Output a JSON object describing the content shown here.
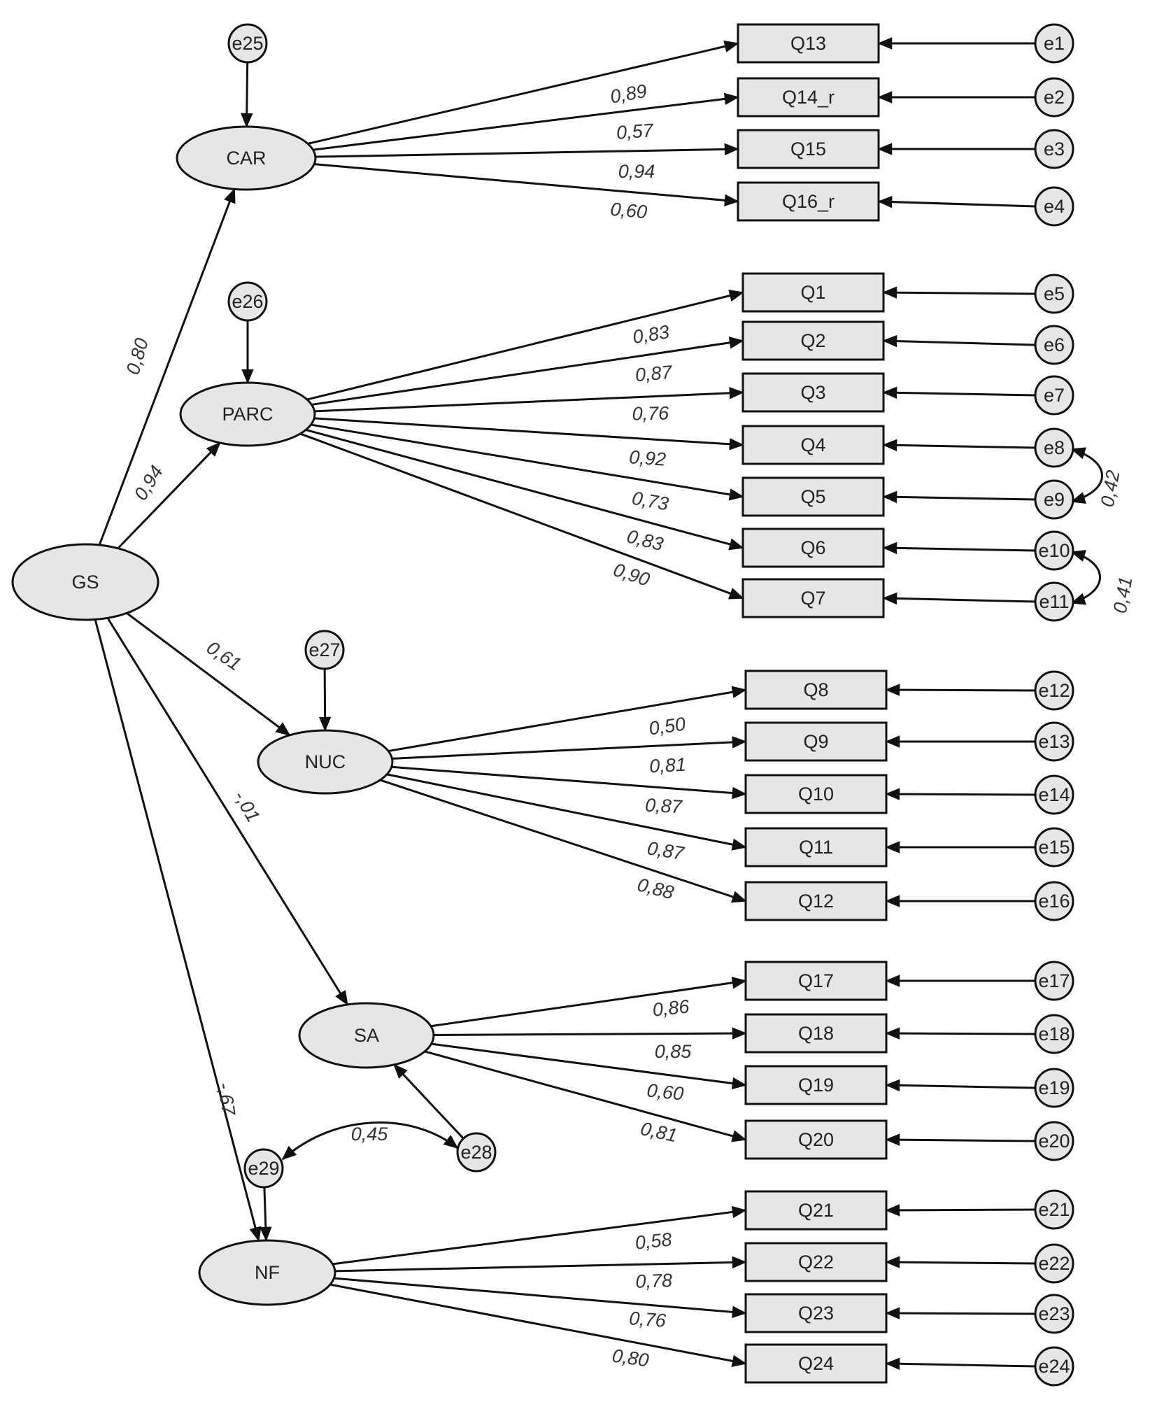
{
  "colors": {
    "node_fill": "#e6e6e6",
    "line": "#111111",
    "text": "#222222"
  },
  "latents": {
    "GS": "GS",
    "CAR": "CAR",
    "PARC": "PARC",
    "NUC": "NUC",
    "SA": "SA",
    "NF": "NF"
  },
  "items": {
    "Q1": "Q1",
    "Q2": "Q2",
    "Q3": "Q3",
    "Q4": "Q4",
    "Q5": "Q5",
    "Q6": "Q6",
    "Q7": "Q7",
    "Q8": "Q8",
    "Q9": "Q9",
    "Q10": "Q10",
    "Q11": "Q11",
    "Q12": "Q12",
    "Q13": "Q13",
    "Q14_r": "Q14_r",
    "Q15": "Q15",
    "Q16_r": "Q16_r",
    "Q17": "Q17",
    "Q18": "Q18",
    "Q19": "Q19",
    "Q20": "Q20",
    "Q21": "Q21",
    "Q22": "Q22",
    "Q23": "Q23",
    "Q24": "Q24"
  },
  "errors": {
    "e1": "e1",
    "e2": "e2",
    "e3": "e3",
    "e4": "e4",
    "e5": "e5",
    "e6": "e6",
    "e7": "e7",
    "e8": "e8",
    "e9": "e9",
    "e10": "e10",
    "e11": "e11",
    "e12": "e12",
    "e13": "e13",
    "e14": "e14",
    "e15": "e15",
    "e16": "e16",
    "e17": "e17",
    "e18": "e18",
    "e19": "e19",
    "e20": "e20",
    "e21": "e21",
    "e22": "e22",
    "e23": "e23",
    "e24": "e24",
    "e25": "e25",
    "e26": "e26",
    "e27": "e27",
    "e28": "e28",
    "e29": "e29"
  },
  "structural_paths": [
    {
      "from": "GS",
      "to": "CAR",
      "weight": "0,80"
    },
    {
      "from": "GS",
      "to": "PARC",
      "weight": "0,94"
    },
    {
      "from": "GS",
      "to": "NUC",
      "weight": "0,61"
    },
    {
      "from": "GS",
      "to": "SA",
      "weight": "-,01"
    },
    {
      "from": "GS",
      "to": "NF",
      "weight": "-,67"
    }
  ],
  "loadings": {
    "CAR": [
      {
        "item": "Q13",
        "weight": "0,89"
      },
      {
        "item": "Q14_r",
        "weight": "0,57"
      },
      {
        "item": "Q15",
        "weight": "0,94"
      },
      {
        "item": "Q16_r",
        "weight": "0,60"
      }
    ],
    "PARC": [
      {
        "item": "Q1",
        "weight": "0,83"
      },
      {
        "item": "Q2",
        "weight": "0,87"
      },
      {
        "item": "Q3",
        "weight": "0,76"
      },
      {
        "item": "Q4",
        "weight": "0,92"
      },
      {
        "item": "Q5",
        "weight": "0,73"
      },
      {
        "item": "Q6",
        "weight": "0,83"
      },
      {
        "item": "Q7",
        "weight": "0,90"
      }
    ],
    "NUC": [
      {
        "item": "Q8",
        "weight": "0,50"
      },
      {
        "item": "Q9",
        "weight": "0,81"
      },
      {
        "item": "Q10",
        "weight": "0,87"
      },
      {
        "item": "Q11",
        "weight": "0,87"
      },
      {
        "item": "Q12",
        "weight": "0,88"
      }
    ],
    "SA": [
      {
        "item": "Q17",
        "weight": "0,86"
      },
      {
        "item": "Q18",
        "weight": "0,85"
      },
      {
        "item": "Q19",
        "weight": "0,60"
      },
      {
        "item": "Q20",
        "weight": "0,81"
      }
    ],
    "NF": [
      {
        "item": "Q21",
        "weight": "0,58"
      },
      {
        "item": "Q22",
        "weight": "0,78"
      },
      {
        "item": "Q23",
        "weight": "0,76"
      },
      {
        "item": "Q24",
        "weight": "0,80"
      }
    ]
  },
  "covariances": [
    {
      "between": [
        "e8",
        "e9"
      ],
      "weight": "0,42"
    },
    {
      "between": [
        "e10",
        "e11"
      ],
      "weight": "0,41"
    },
    {
      "between": [
        "e29",
        "e28"
      ],
      "weight": "0,45"
    }
  ]
}
